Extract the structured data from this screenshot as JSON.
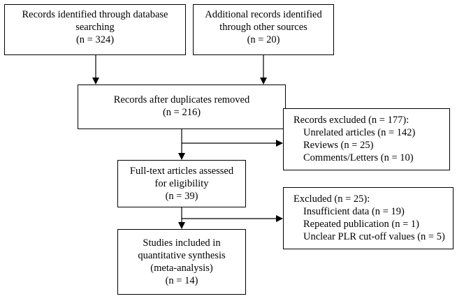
{
  "boxes": {
    "db_records": {
      "lines": [
        "Records identified through database",
        "searching",
        "(n = 324)"
      ]
    },
    "other_records": {
      "lines": [
        "Additional records identified",
        "through other sources",
        "(n = 20)"
      ]
    },
    "dedup": {
      "lines": [
        "Records after duplicates removed",
        "(n = 216)"
      ]
    },
    "excluded1": {
      "heading": "Records excluded (n = 177):",
      "items": [
        "Unrelated articles (n = 142)",
        "Reviews (n = 25)",
        "Comments/Letters (n = 10)"
      ]
    },
    "fulltext": {
      "lines": [
        "Full-text articles assessed",
        "for eligibility",
        "(n = 39)"
      ]
    },
    "excluded2": {
      "heading": "Excluded (n = 25):",
      "items": [
        "Insufficient data (n = 19)",
        "Repeated publication (n = 1)",
        "Unclear PLR cut-off values (n = 5)"
      ]
    },
    "included": {
      "lines": [
        "Studies included in",
        "quantitative synthesis",
        "(meta-analysis)",
        "(n = 14)"
      ]
    }
  }
}
